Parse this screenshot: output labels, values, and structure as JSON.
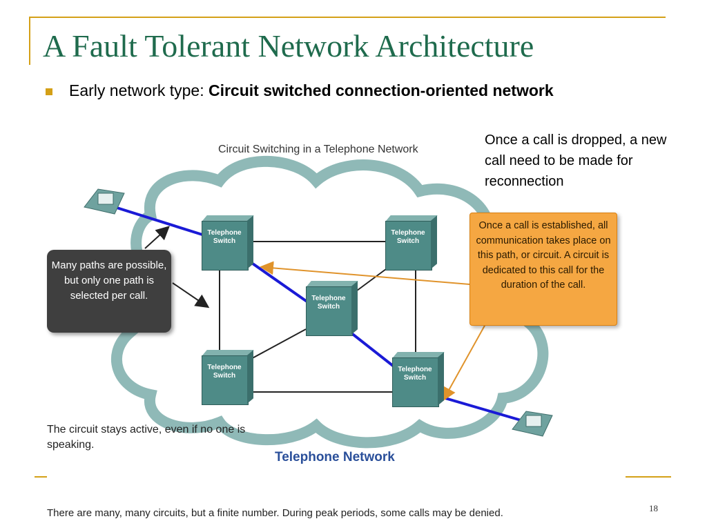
{
  "slide": {
    "title": "A Fault Tolerant Network Architecture",
    "bullet_prefix": "Early network type: ",
    "bullet_bold": "Circuit switched connection-oriented network",
    "side_note": "Once a call is dropped, a new call need to be made for reconnection",
    "page_number": "18"
  },
  "diagram": {
    "title": "Circuit Switching in a Telephone Network",
    "switch_label_line1": "Telephone",
    "switch_label_line2": "Switch",
    "callout_paths": "Many paths are possible, but only one path is selected per call.",
    "callout_circuit": "Once a call is established, all communication takes place on this path, or circuit.  A circuit is dedicated to this call for the duration of the call.",
    "caption_active": "The circuit stays active, even if no one is speaking.",
    "caption_network": "Telephone Network",
    "caption_bottom": "There are many, many circuits, but a finite number.  During peak periods, some calls may be denied.",
    "colors": {
      "active_circuit": "#1a1ad6",
      "links": "#222222",
      "cloud": "#8fb9b7",
      "switch": "#4e8b87",
      "callout_orange": "#f5a742",
      "callout_dark": "#3f3f3f",
      "title_green": "#1f6b4d",
      "accent_gold": "#d4a017"
    }
  }
}
